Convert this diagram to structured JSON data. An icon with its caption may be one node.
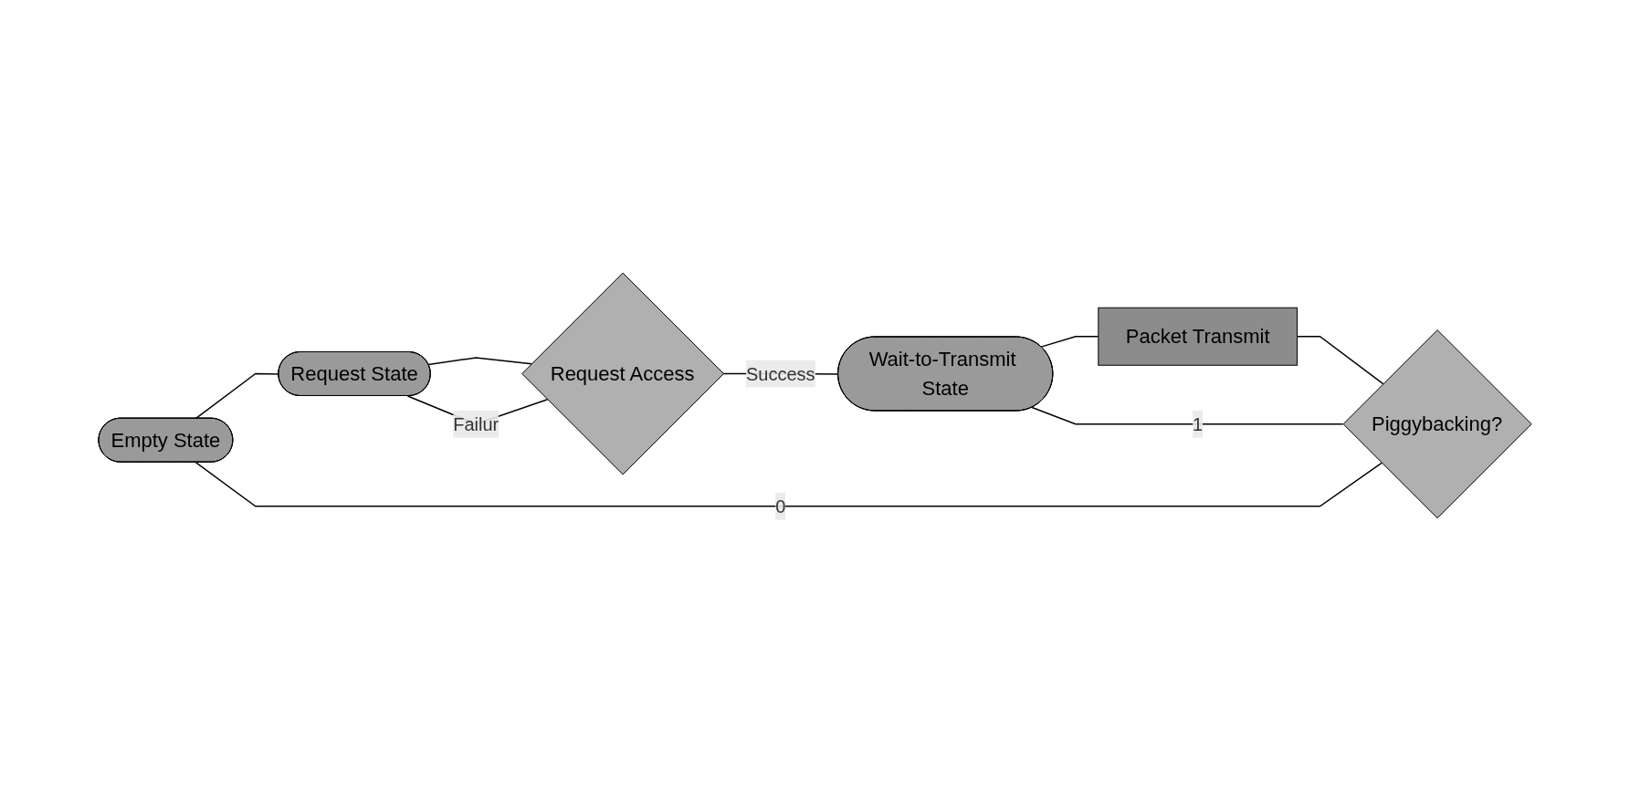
{
  "diagram": {
    "nodes": [
      {
        "text": [
          "Empty State"
        ]
      },
      {
        "text": [
          "Request State"
        ]
      },
      {
        "text": [
          "Request Access"
        ]
      },
      {
        "text": [
          "Piggybacking?"
        ]
      },
      {
        "text": [
          "Packet Transmit"
        ]
      },
      {
        "text": [
          "Wait-to-Transmit State"
        ]
      }
    ],
    "edges": [
      {
        "from": 0,
        "to": 1,
        "arrow": "none"
      },
      {
        "from": 1,
        "to": 2,
        "arrow": "none"
      },
      {
        "from": 2,
        "to": 1,
        "arrow": "none",
        "label": "Failur"
      },
      {
        "from": 2,
        "to": 5,
        "arrow": "none",
        "label": "Success"
      },
      {
        "from": 5,
        "to": 4,
        "arrow": "none"
      },
      {
        "from": 4,
        "to": 3,
        "arrow": "none"
      },
      {
        "from": 3,
        "to": 0,
        "arrow": "none",
        "label": "0"
      },
      {
        "from": 3,
        "to": 5,
        "arrow": "none",
        "label": "1"
      }
    ]
  }
}
